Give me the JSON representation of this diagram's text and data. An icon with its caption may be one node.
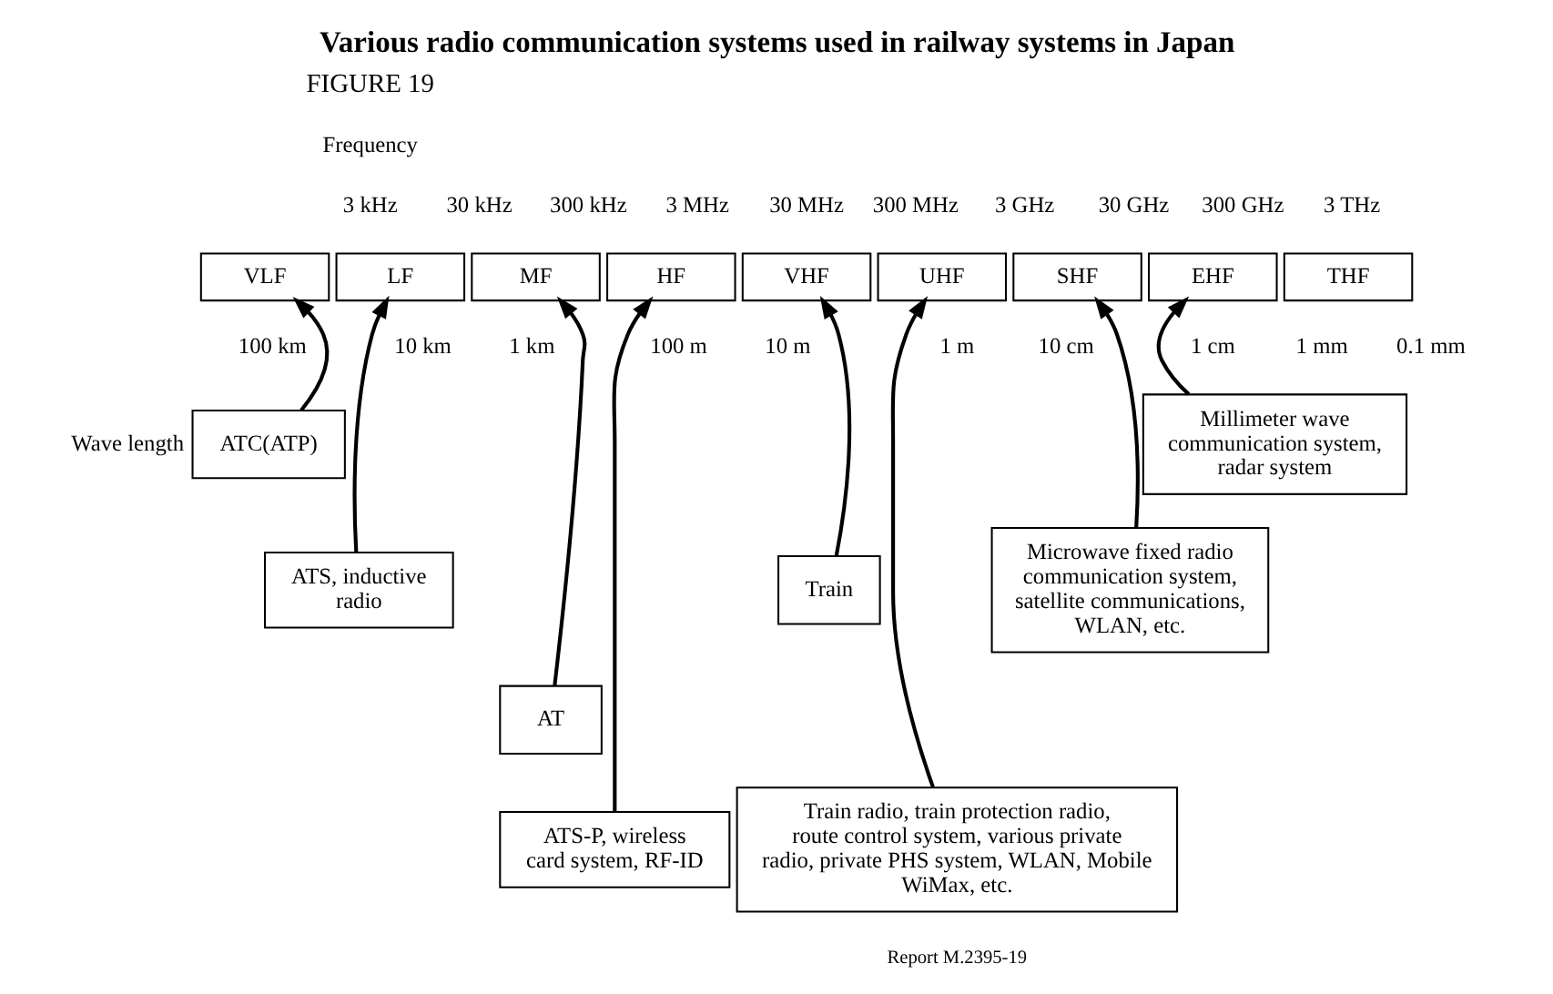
{
  "diagram": {
    "title": "Various radio communication systems used in railway systems in Japan",
    "nodes": [
      {
        "text": [
          "VLF"
        ]
      },
      {
        "text": [
          "LF"
        ]
      },
      {
        "text": [
          "MF"
        ]
      },
      {
        "text": [
          "HF"
        ]
      },
      {
        "text": [
          "VHF"
        ]
      },
      {
        "text": [
          "UHF"
        ]
      },
      {
        "text": [
          "SHF"
        ]
      },
      {
        "text": [
          "EHF"
        ]
      },
      {
        "text": [
          "THF"
        ]
      },
      {
        "text": [
          "ATC(ATP)"
        ]
      },
      {
        "text": [
          "ATS, inductive radio"
        ]
      },
      {
        "text": [
          "AT"
        ]
      },
      {
        "text": [
          "ATS-P, wireless card system, RF-ID"
        ]
      },
      {
        "text": [
          "Train"
        ]
      },
      {
        "text": [
          "Train radio, train protection radio, route control system, various private radio, private PHS system, WLAN, Mobile WiMax, etc."
        ]
      },
      {
        "text": [
          "Microwave fixed radio communication system, satellite communications, WLAN, etc."
        ]
      },
      {
        "text": [
          "Millimeter wave communication system, radar system"
        ]
      }
    ],
    "edges": [
      {
        "from": 9,
        "to": 0,
        "arrow": "to"
      },
      {
        "from": 10,
        "to": 1,
        "arrow": "to"
      },
      {
        "from": 11,
        "to": 2,
        "arrow": "to"
      },
      {
        "from": 12,
        "to": 3,
        "arrow": "to"
      },
      {
        "from": 13,
        "to": 4,
        "arrow": "to"
      },
      {
        "from": 14,
        "to": 5,
        "arrow": "to"
      },
      {
        "from": 15,
        "to": 6,
        "arrow": "to"
      },
      {
        "from": 16,
        "to": 7,
        "arrow": "to"
      }
    ],
    "labels": [
      "FIGURE 19",
      "Frequency",
      "3 kHz",
      "30 kHz",
      "300 kHz",
      "3 MHz",
      "30 MHz",
      "300 MHz",
      "3 GHz",
      "30 GHz",
      "300 GHz",
      "3 THz",
      "100 km",
      "10 km",
      "1 km",
      "100 m",
      "10 m",
      "1 m",
      "10 cm",
      "1 cm",
      "1 mm",
      "0.1 mm",
      "Wave length",
      "Report M.2395-19"
    ]
  }
}
